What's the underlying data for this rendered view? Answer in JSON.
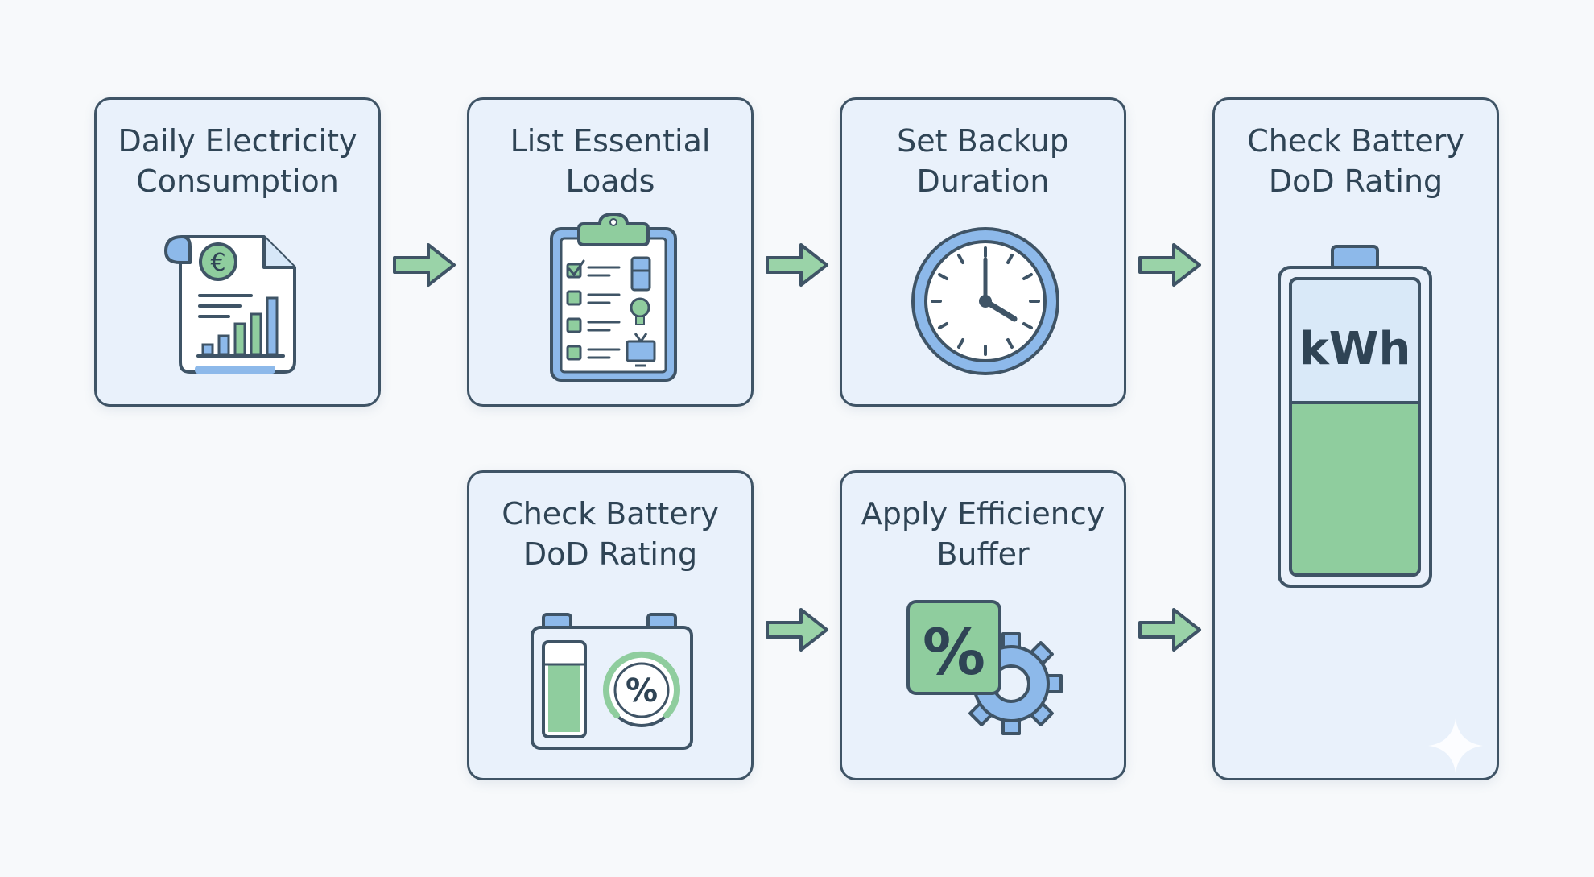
{
  "steps": [
    {
      "title": "Daily Electricity\nConsumption",
      "icon": "electricity-bill-icon"
    },
    {
      "title": "List Essential\nLoads",
      "icon": "clipboard-checklist-icon"
    },
    {
      "title": "Set Backup\nDuration",
      "icon": "clock-icon"
    },
    {
      "title": "Check Battery\nDoD Rating",
      "icon": "battery-kwh-icon"
    },
    {
      "title": "Check Battery\nDoD Rating",
      "icon": "battery-percent-gauge-icon"
    },
    {
      "title": "Apply Efficiency\nBuffer",
      "icon": "percent-gear-icon"
    }
  ],
  "labels": {
    "currency_symbol": "€",
    "battery_unit": "kWh",
    "percent_symbol": "%"
  },
  "colors": {
    "card_fill": "#e9f1fb",
    "card_border": "#3f5466",
    "accent_green": "#8fcd9e",
    "accent_blue": "#8db9ea",
    "arrow_green": "#9ad3a8",
    "text": "#2f4455"
  }
}
